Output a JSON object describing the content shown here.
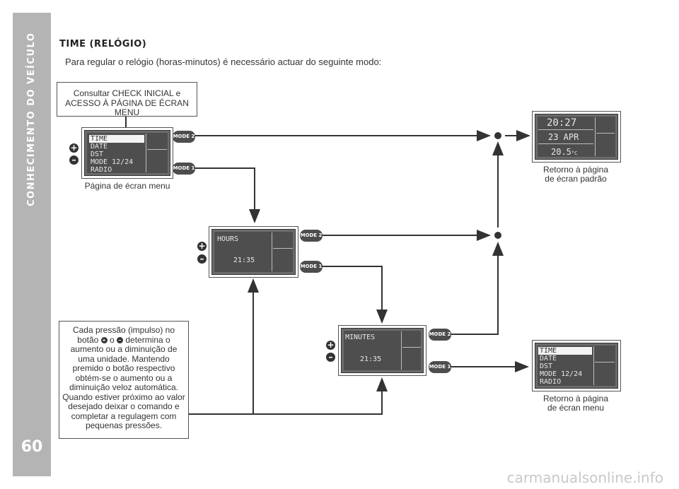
{
  "sidebar": {
    "title": "CONHECIMENTO DO VEÍCULO",
    "page_number": "60"
  },
  "heading": "TIME (RELÓGIO)",
  "intro": "Para regular o relógio (horas-minutos) é necessário actuar do seguinte modo:",
  "note_top": "Consultar CHECK INICIAL e ACESSO À PÁGINA DE ÉCRAN MENU",
  "note_bottom": {
    "line1": "Cada pressão (impulso) no",
    "line2a": "botão",
    "line2b": "o",
    "line2c": "determina o",
    "rest": [
      "aumento ou a diminuição de",
      "uma unidade. Mantendo",
      "premido o botão respectivo",
      "obtém-se o aumento ou a",
      "diminuição veloz automática.",
      "Quando estiver próximo ao valor",
      "desejado deixar o comando e",
      "completar a regulagem com",
      "pequenas pressões."
    ]
  },
  "buttons": {
    "mode1": "MODE 1",
    "mode2": "MODE 2",
    "plus": "+",
    "minus": "–"
  },
  "menu_screen": {
    "items": [
      "TIME",
      "DATE",
      "DST",
      "MODE 12/24",
      "RADIO"
    ],
    "caption": "Página de écran menu"
  },
  "hours_screen": {
    "title": "HOURS",
    "value": "21:35"
  },
  "minutes_screen": {
    "title": "MINUTES",
    "value": "21:35"
  },
  "standard_screen": {
    "time": "20:27",
    "date": "23 APR",
    "temp": "20.5",
    "temp_unit": "°C",
    "caption_line1": "Retorno à página",
    "caption_line2": "de écran padrão"
  },
  "return_menu_screen": {
    "items": [
      "TIME",
      "DATE",
      "DST",
      "MODE 12/24",
      "RADIO"
    ],
    "caption_line1": "Retorno à página",
    "caption_line2": "de écran menu"
  },
  "watermark": "carmanualsonline.info"
}
